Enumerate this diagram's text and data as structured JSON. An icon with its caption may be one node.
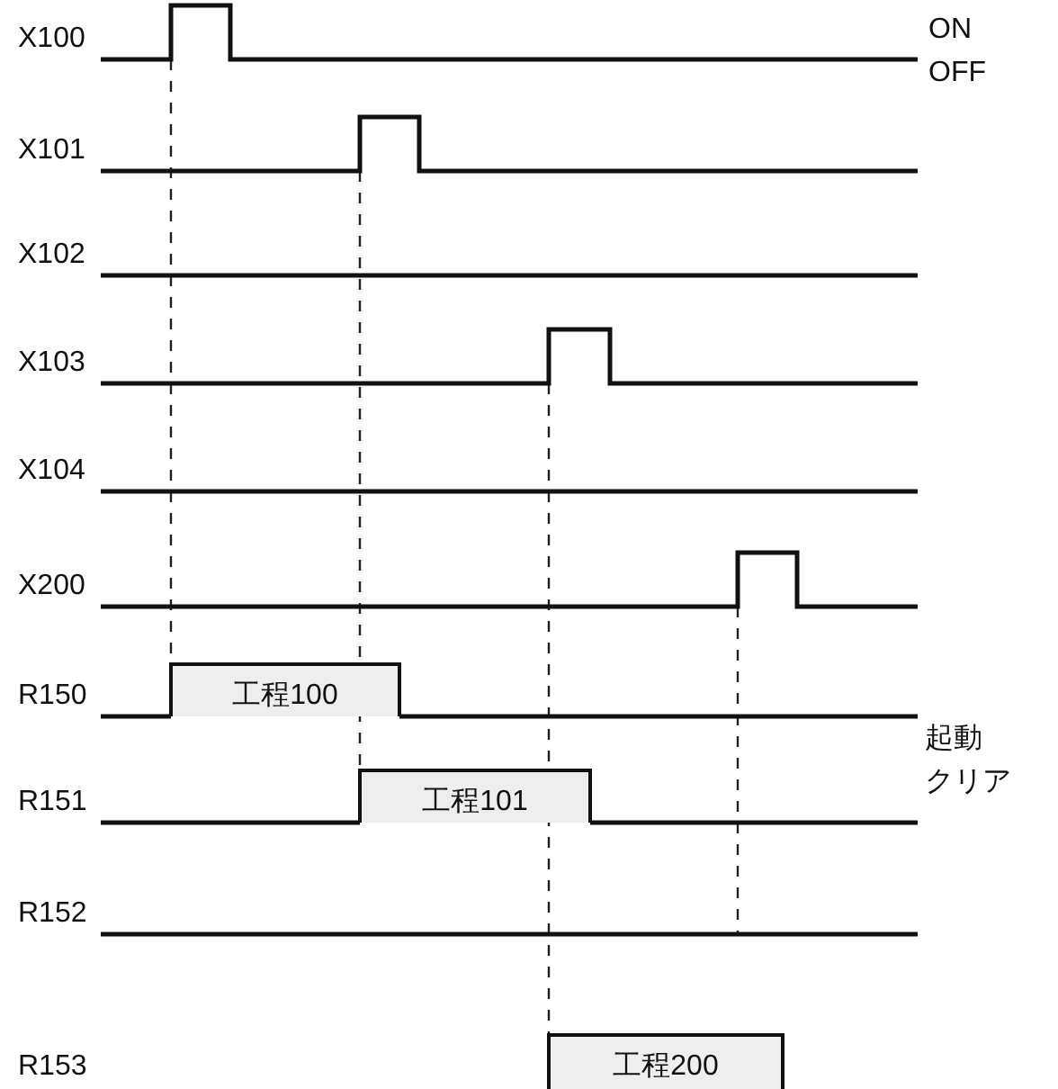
{
  "diagram": {
    "nodes": [
      {
        "text": [
          "工程100"
        ]
      },
      {
        "text": [
          "工程101"
        ]
      },
      {
        "text": [
          "工程200"
        ]
      }
    ],
    "labels": [
      "X100",
      "ON",
      "OFF",
      "X101",
      "X102",
      "X103",
      "X104",
      "X200",
      "R150",
      "起動",
      "クリア",
      "R151",
      "R152",
      "R153"
    ]
  }
}
